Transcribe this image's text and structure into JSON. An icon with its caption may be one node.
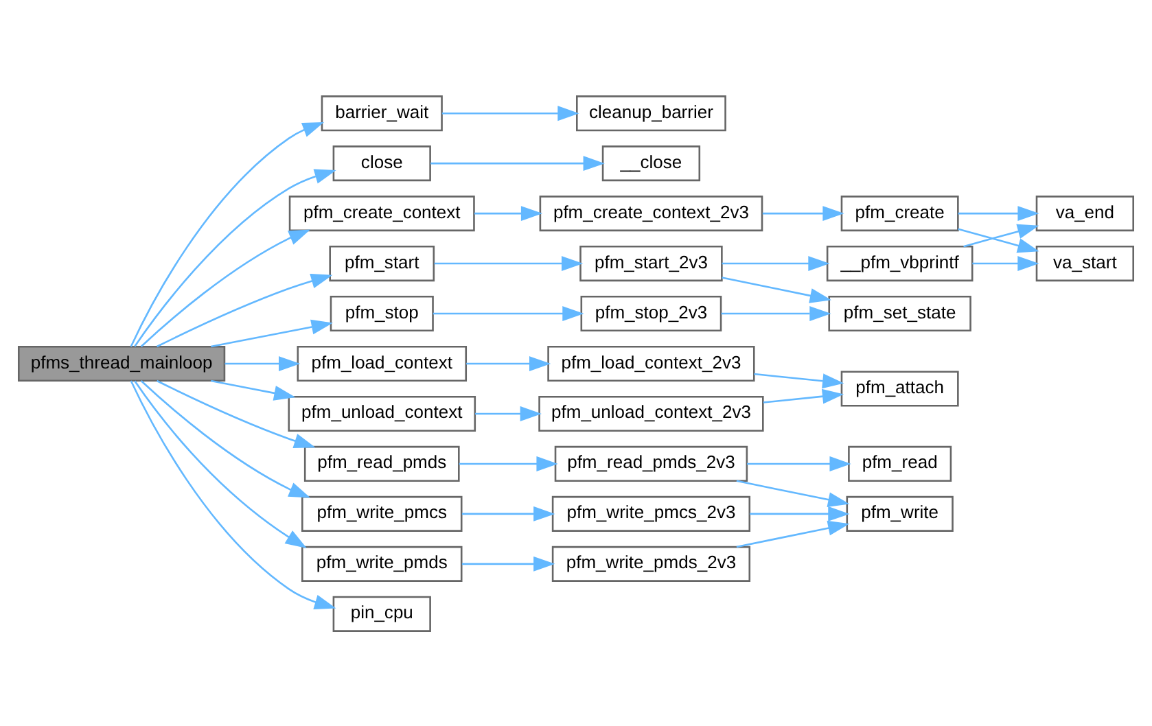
{
  "diagram": {
    "nodes": [
      {
        "text": [
          "pfms_thread_mainloop"
        ]
      },
      {
        "text": [
          "barrier_wait"
        ]
      },
      {
        "text": [
          "cleanup_barrier"
        ]
      },
      {
        "text": [
          "close"
        ]
      },
      {
        "text": [
          "__close"
        ]
      },
      {
        "text": [
          "pfm_create_context"
        ]
      },
      {
        "text": [
          "pfm_create_context_2v3"
        ]
      },
      {
        "text": [
          "pfm_create"
        ]
      },
      {
        "text": [
          "va_end"
        ]
      },
      {
        "text": [
          "va_start"
        ]
      },
      {
        "text": [
          "pfm_start"
        ]
      },
      {
        "text": [
          "pfm_start_2v3"
        ]
      },
      {
        "text": [
          "__pfm_vbprintf"
        ]
      },
      {
        "text": [
          "pfm_set_state"
        ]
      },
      {
        "text": [
          "pfm_stop"
        ]
      },
      {
        "text": [
          "pfm_stop_2v3"
        ]
      },
      {
        "text": [
          "pfm_load_context"
        ]
      },
      {
        "text": [
          "pfm_load_context_2v3"
        ]
      },
      {
        "text": [
          "pfm_attach"
        ]
      },
      {
        "text": [
          "pfm_unload_context"
        ]
      },
      {
        "text": [
          "pfm_unload_context_2v3"
        ]
      },
      {
        "text": [
          "pfm_read_pmds"
        ]
      },
      {
        "text": [
          "pfm_read_pmds_2v3"
        ]
      },
      {
        "text": [
          "pfm_read"
        ]
      },
      {
        "text": [
          "pfm_write"
        ]
      },
      {
        "text": [
          "pfm_write_pmcs"
        ]
      },
      {
        "text": [
          "pfm_write_pmcs_2v3"
        ]
      },
      {
        "text": [
          "pfm_write_pmds"
        ]
      },
      {
        "text": [
          "pfm_write_pmds_2v3"
        ]
      },
      {
        "text": [
          "pin_cpu"
        ]
      }
    ],
    "edges": [
      {
        "from": 0,
        "to": 1,
        "arrow": "to"
      },
      {
        "from": 0,
        "to": 3,
        "arrow": "to"
      },
      {
        "from": 0,
        "to": 5,
        "arrow": "to"
      },
      {
        "from": 0,
        "to": 10,
        "arrow": "to"
      },
      {
        "from": 0,
        "to": 14,
        "arrow": "to"
      },
      {
        "from": 0,
        "to": 16,
        "arrow": "to"
      },
      {
        "from": 0,
        "to": 19,
        "arrow": "to"
      },
      {
        "from": 0,
        "to": 21,
        "arrow": "to"
      },
      {
        "from": 0,
        "to": 25,
        "arrow": "to"
      },
      {
        "from": 0,
        "to": 27,
        "arrow": "to"
      },
      {
        "from": 0,
        "to": 29,
        "arrow": "to"
      },
      {
        "from": 1,
        "to": 2,
        "arrow": "to"
      },
      {
        "from": 3,
        "to": 4,
        "arrow": "to"
      },
      {
        "from": 5,
        "to": 6,
        "arrow": "to"
      },
      {
        "from": 6,
        "to": 7,
        "arrow": "to"
      },
      {
        "from": 7,
        "to": 8,
        "arrow": "to"
      },
      {
        "from": 7,
        "to": 9,
        "arrow": "to"
      },
      {
        "from": 10,
        "to": 11,
        "arrow": "to"
      },
      {
        "from": 11,
        "to": 12,
        "arrow": "to"
      },
      {
        "from": 11,
        "to": 13,
        "arrow": "to"
      },
      {
        "from": 12,
        "to": 8,
        "arrow": "to"
      },
      {
        "from": 12,
        "to": 9,
        "arrow": "to"
      },
      {
        "from": 14,
        "to": 15,
        "arrow": "to"
      },
      {
        "from": 15,
        "to": 13,
        "arrow": "to"
      },
      {
        "from": 16,
        "to": 17,
        "arrow": "to"
      },
      {
        "from": 17,
        "to": 18,
        "arrow": "to"
      },
      {
        "from": 19,
        "to": 20,
        "arrow": "to"
      },
      {
        "from": 20,
        "to": 18,
        "arrow": "to"
      },
      {
        "from": 21,
        "to": 22,
        "arrow": "to"
      },
      {
        "from": 22,
        "to": 23,
        "arrow": "to"
      },
      {
        "from": 22,
        "to": 24,
        "arrow": "to"
      },
      {
        "from": 25,
        "to": 26,
        "arrow": "to"
      },
      {
        "from": 26,
        "to": 24,
        "arrow": "to"
      },
      {
        "from": 27,
        "to": 28,
        "arrow": "to"
      },
      {
        "from": 28,
        "to": 24,
        "arrow": "to"
      }
    ]
  }
}
